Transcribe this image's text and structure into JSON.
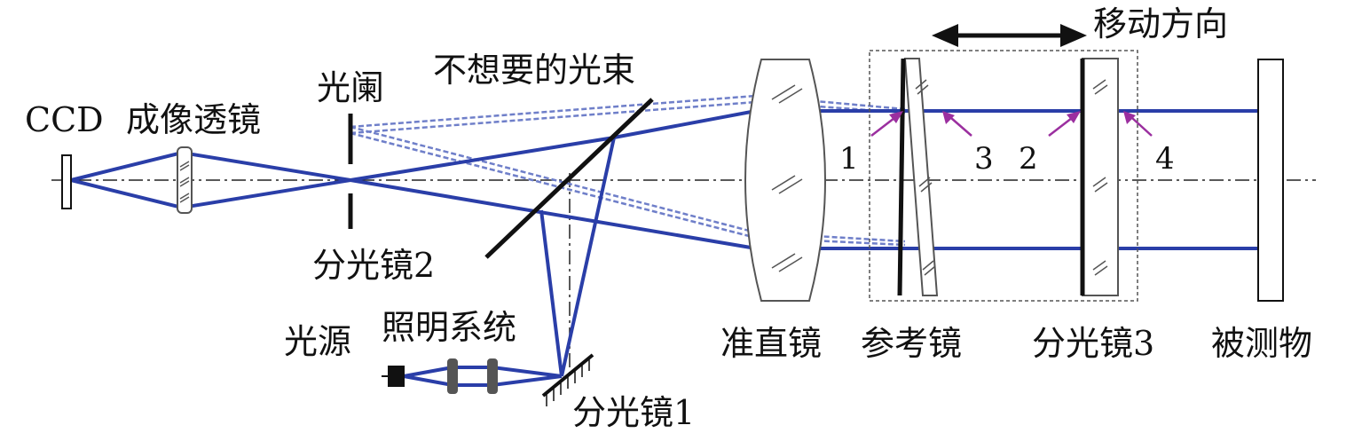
{
  "colors": {
    "beam": "#2a3ea8",
    "stray_beam": "#6f7fc9",
    "pointer_arrow": "#9b2f9f",
    "stroke": "#111111",
    "axis": "#222222",
    "component_edge": "#555555"
  },
  "labels": {
    "ccd": "CCD",
    "imaging_lens": "成像透镜",
    "aperture": "光阑",
    "unwanted_beam": "不想要的光束",
    "beamsplitter_2": "分光镜2",
    "light_source": "光源",
    "illumination_system": "照明系统",
    "beamsplitter_1": "分光镜1",
    "collimator": "准直镜",
    "reference_mirror": "参考镜",
    "beamsplitter_3": "分光镜3",
    "test_object": "被测物",
    "move_direction": "移动方向"
  },
  "surface_markers": [
    "1",
    "3",
    "2",
    "4"
  ]
}
